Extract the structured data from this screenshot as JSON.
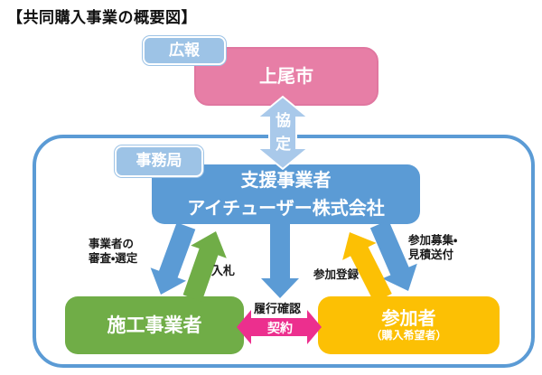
{
  "title": "【共同購入事業の概要図】",
  "nodes": {
    "city": {
      "label": "上尾市",
      "tag": "広報"
    },
    "support": {
      "line1": "支援事業者",
      "line2": "アイチューザー株式会社",
      "tag": "事務局"
    },
    "contractor": {
      "label": "施工事業者"
    },
    "participants": {
      "line1": "参加者",
      "line2": "（購入希望者）"
    }
  },
  "edges": {
    "agreement": {
      "label": "協定",
      "from": "上尾市",
      "to": "支援事業者"
    },
    "screening": {
      "line1": "事業者の",
      "line2": "審査・選定",
      "from": "支援事業者",
      "to": "施工事業者"
    },
    "bidding": {
      "label": "入札",
      "from": "施工事業者",
      "to": "支援事業者"
    },
    "performance_check": {
      "label": "履行確認",
      "from": "支援事業者",
      "to": "契約"
    },
    "contract": {
      "label": "契約",
      "between": "施工事業者・参加者"
    },
    "registration": {
      "label": "参加登録",
      "from": "参加者",
      "to": "支援事業者"
    },
    "recruitment": {
      "line1": "参加募集・",
      "line2": "見積送付",
      "from": "支援事業者",
      "to": "参加者"
    }
  },
  "colors": {
    "city_pink": "#e77ea6",
    "support_blue": "#5b9bd5",
    "contractor_green": "#70ad47",
    "participants_yellow": "#fcc004",
    "tag_light_blue": "#9dc3e6",
    "agreement_arrow_light_blue": "#a9c9ea",
    "contract_arrow_magenta": "#ec2f8e",
    "frame_border_blue": "#5b9bd5",
    "title_text": "#111111",
    "edge_label_text": "#1a1a1a"
  }
}
